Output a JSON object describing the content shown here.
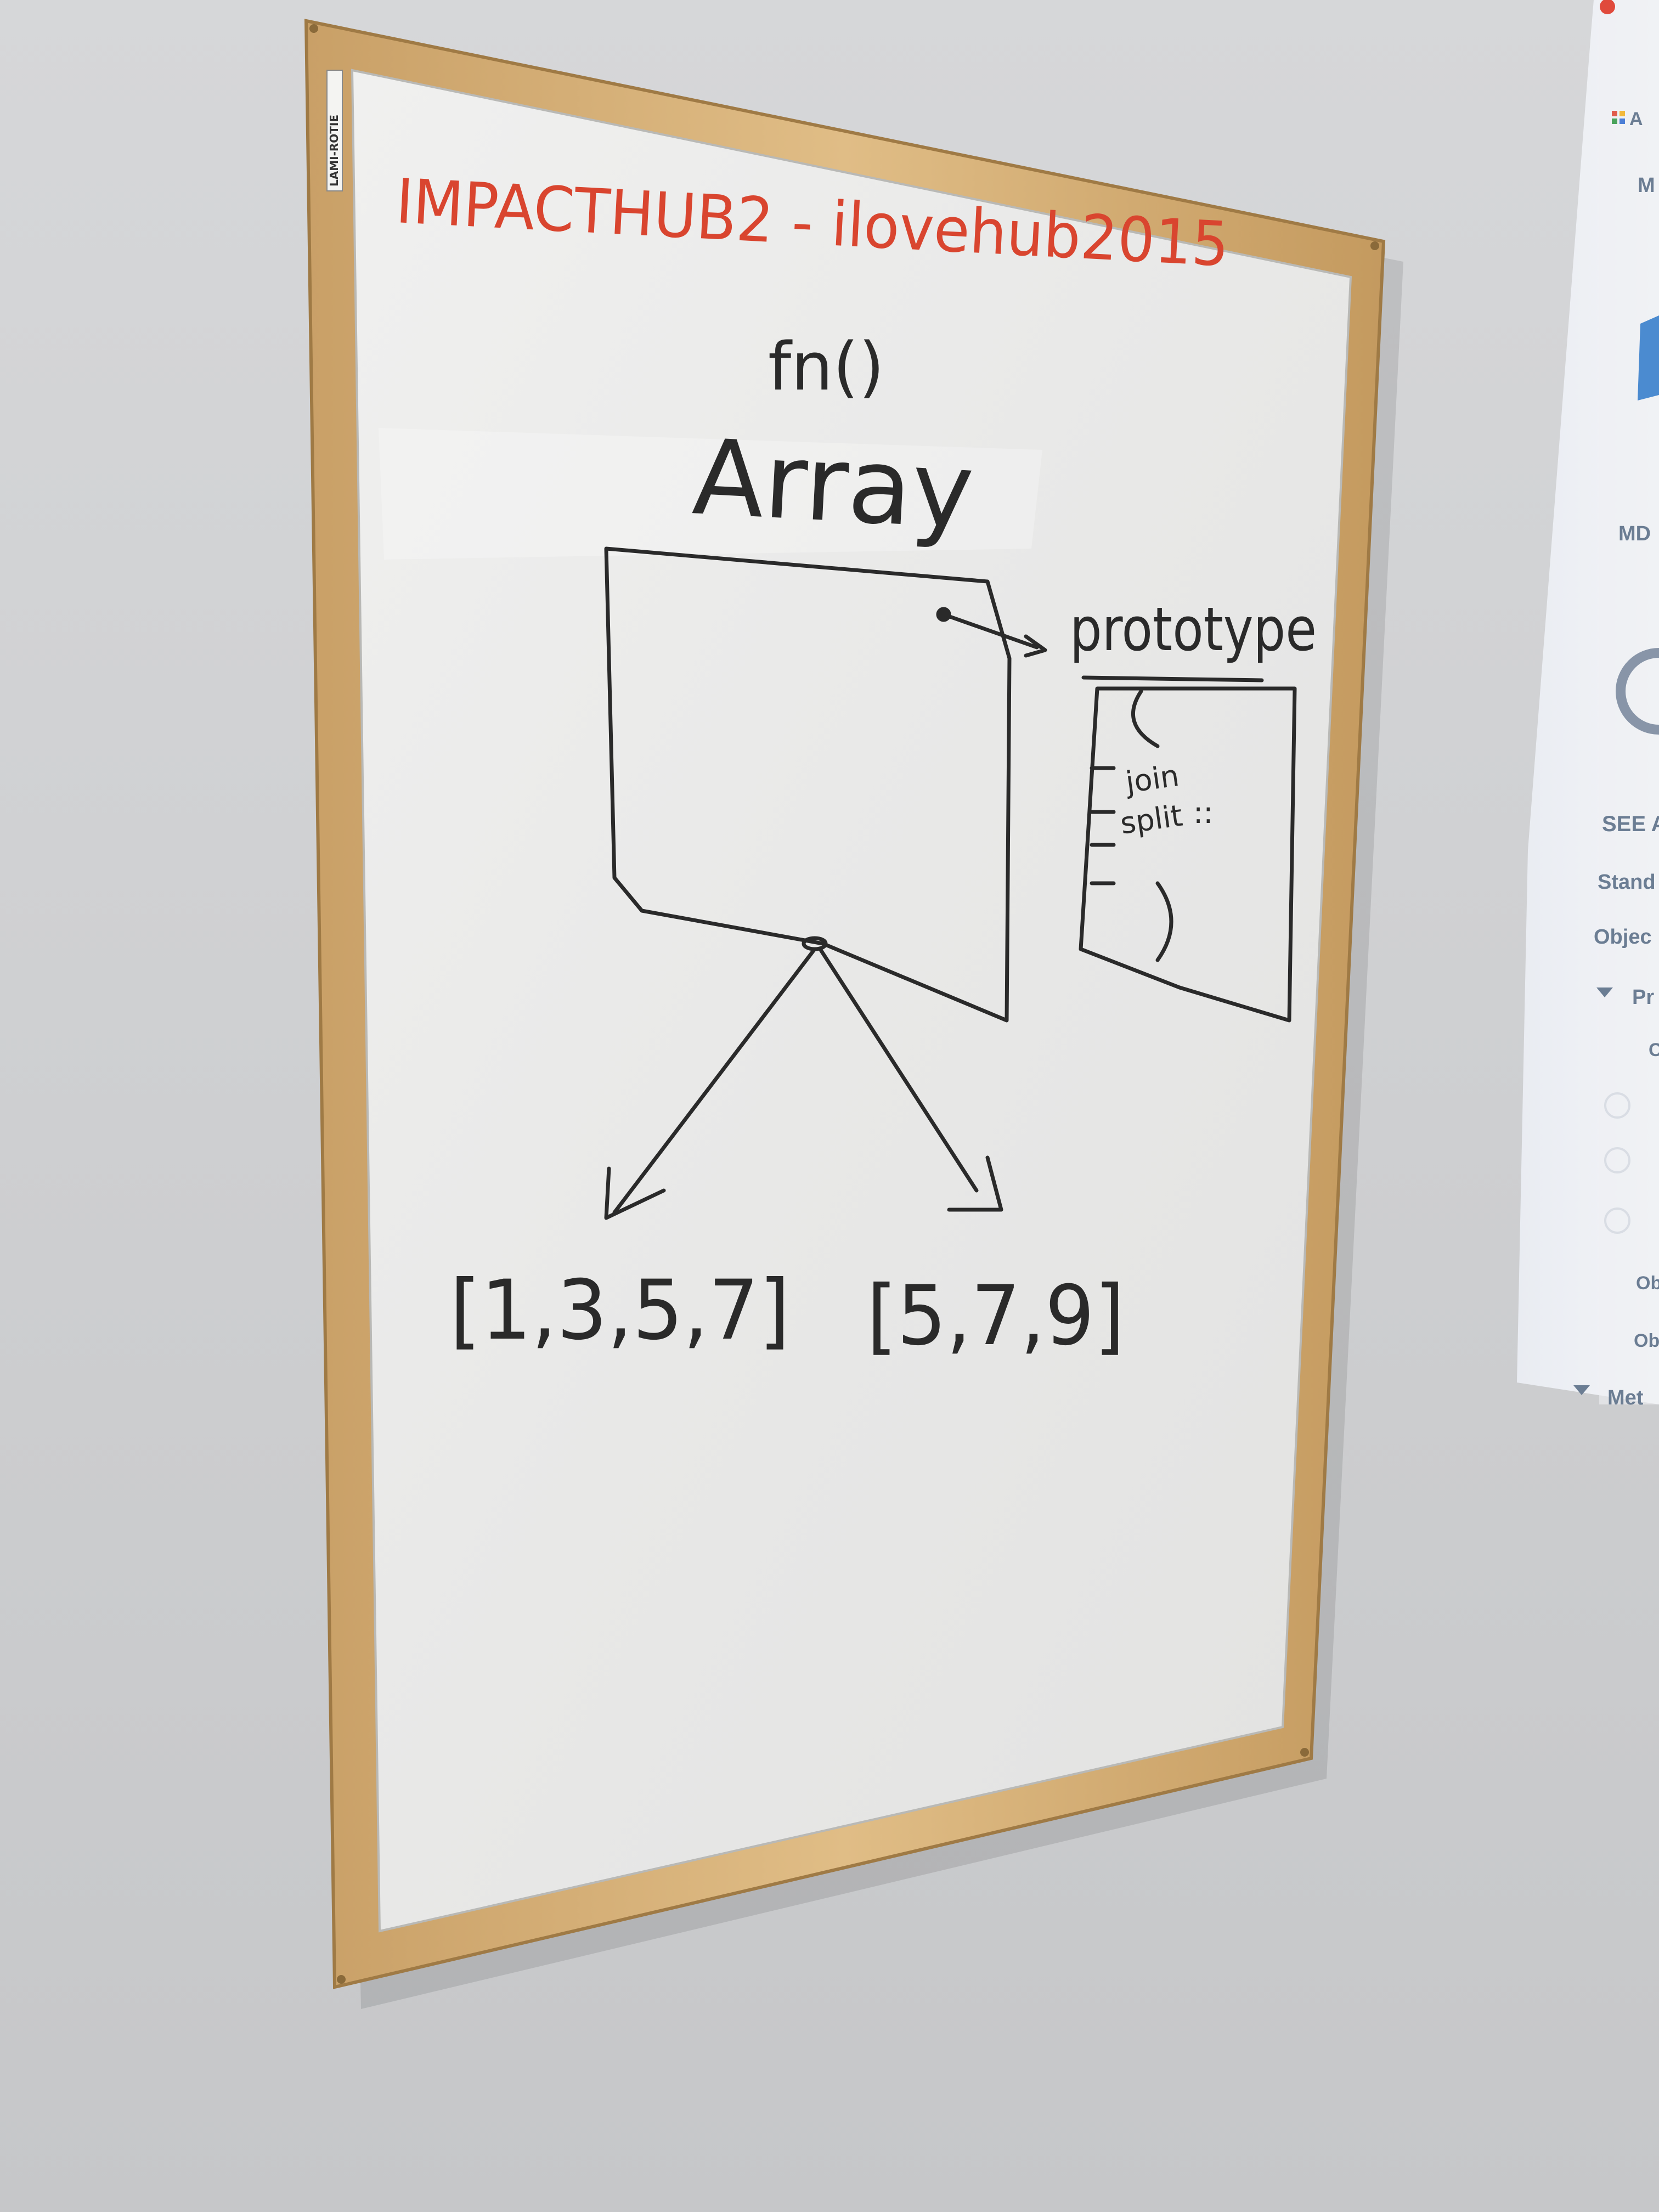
{
  "whiteboard": {
    "frame_brand": "LAMI-ROTIE",
    "title": "IMPACTHUB2 - ilovehub2015",
    "sketch": {
      "function_label": "fn()",
      "constructor_label": "Array",
      "prototype_label": "prototype",
      "prototype_methods": [
        "join",
        "split"
      ],
      "prototype_ellipsis": "::",
      "instance_a": "[1,3,5,7]",
      "instance_b": "[5,7,9]"
    }
  },
  "projection": {
    "labels": [
      "A",
      "M",
      "MD",
      "SEE A",
      "Stand",
      "Objec",
      "Pr",
      "C",
      "Ob",
      "Ob",
      "Met"
    ]
  },
  "colors": {
    "title_ink": "#d9452f",
    "marker_ink": "#2a2a2a",
    "frame_wood": "#d8b27a",
    "board_white": "#ececeb",
    "wall": "#d2d3d5"
  }
}
